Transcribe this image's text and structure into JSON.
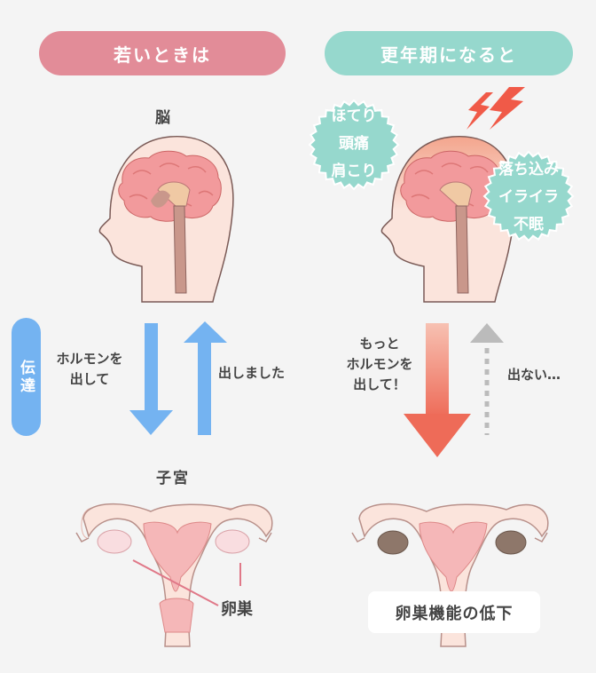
{
  "header": {
    "young_label": "若いときは",
    "menopause_label": "更年期になると"
  },
  "left": {
    "brain_label": "脳",
    "transmission_label": "伝達",
    "hormone_request_label": "ホルモンを\n出して",
    "hormone_released_label": "出しました",
    "uterus_label": "子宮",
    "ovary_label": "卵巣"
  },
  "right": {
    "symptoms_a": [
      "ほてり",
      "頭痛",
      "肩こり"
    ],
    "symptoms_b": [
      "落ち込み",
      "イライラ",
      "不眠"
    ],
    "hormone_request_label": "もっと\nホルモンを\n出して！",
    "no_release_label": "出ない…",
    "ovary_decline_label": "卵巣機能の低下"
  },
  "colors": {
    "young_pill": "#e28c98",
    "menopause_pill": "#96d8cd",
    "blue_arrow": "#74b3f1",
    "red_arrow": "#ee7060",
    "gray_arrow": "#bbbbbb",
    "lightning": "#f05a48",
    "badge": "#96d8cd"
  }
}
